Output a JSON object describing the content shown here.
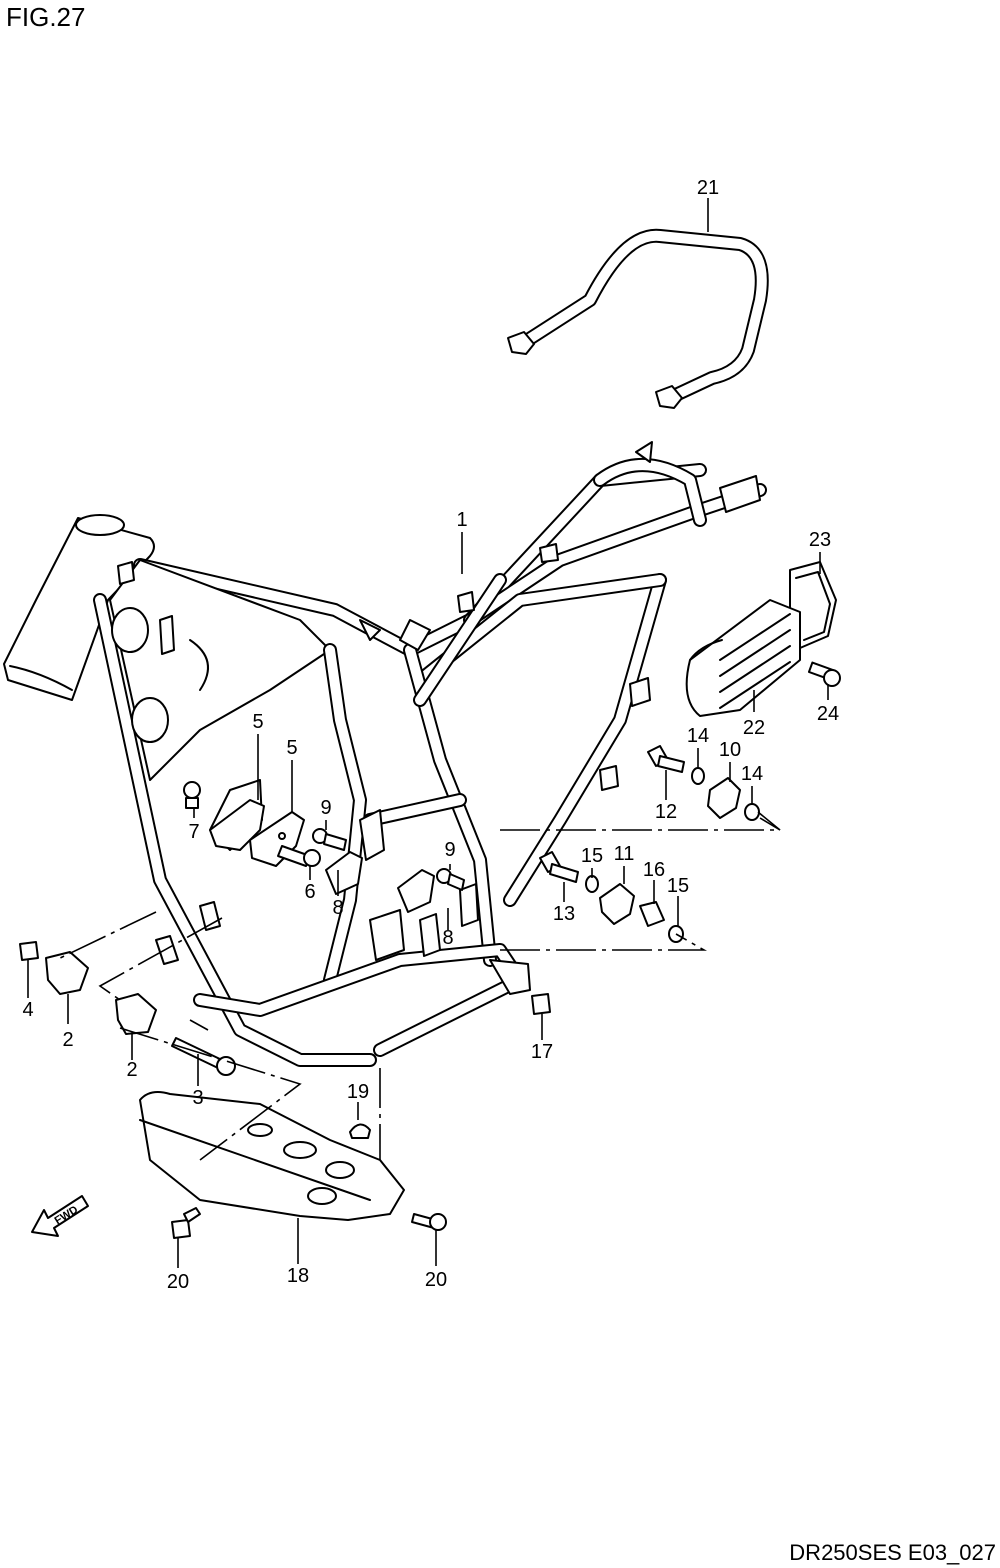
{
  "figure": {
    "title": "FIG.27",
    "code": "DR250SES E03_027"
  },
  "fwd_label": "FWD",
  "parts": [
    {
      "label": "1"
    },
    {
      "label": "2"
    },
    {
      "label": "2"
    },
    {
      "label": "3"
    },
    {
      "label": "4"
    },
    {
      "label": "5"
    },
    {
      "label": "5"
    },
    {
      "label": "6"
    },
    {
      "label": "7"
    },
    {
      "label": "8"
    },
    {
      "label": "8"
    },
    {
      "label": "9"
    },
    {
      "label": "9"
    },
    {
      "label": "10"
    },
    {
      "label": "11"
    },
    {
      "label": "12"
    },
    {
      "label": "13"
    },
    {
      "label": "14"
    },
    {
      "label": "14"
    },
    {
      "label": "15"
    },
    {
      "label": "15"
    },
    {
      "label": "16"
    },
    {
      "label": "17"
    },
    {
      "label": "18"
    },
    {
      "label": "19"
    },
    {
      "label": "20"
    },
    {
      "label": "20"
    },
    {
      "label": "21"
    },
    {
      "label": "22"
    },
    {
      "label": "23"
    },
    {
      "label": "24"
    }
  ]
}
